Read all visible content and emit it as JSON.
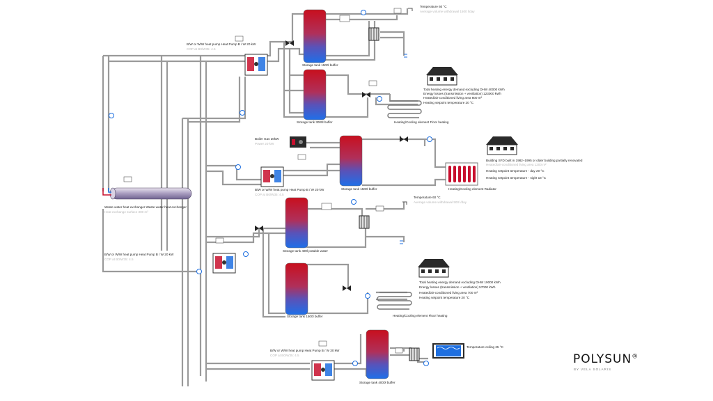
{
  "brand": {
    "name": "POLYSUN",
    "mark": "®",
    "tagline": "BY VELA SOLARIS"
  },
  "heat_pumps": [
    {
      "title": "B/W or W/W heat pump Heat Pump B / W 20 kW",
      "detail": "COP at B0/W35: 4.5"
    },
    {
      "title": "B/W or W/W heat pump Heat Pump B / W 20 kW",
      "detail": "COP at B0/W35: 4.5"
    },
    {
      "title": "B/W or W/W heat pump Heat Pump B / W 20 kW",
      "detail": "COP at B0/W35: 4.5"
    },
    {
      "title": "B/W or W/W heat pump Heat Pump B / W 30 kW",
      "detail": "COP at B0/W35: 4.5"
    }
  ],
  "tanks": [
    "Storage tank 1500l buffer",
    "Storage tank 3000l buffer",
    "Storage tank 1500l buffer",
    "Storage tank 400l potable water",
    "Storage tank 1500l buffer",
    "Storage tank 4000l buffer"
  ],
  "boiler": {
    "title": "Boiler Gas 20kW",
    "detail": "Power 20 kW"
  },
  "heat_exchanger": {
    "title": "Waste water heat exchanger Waste water heat exchanger",
    "detail": "Heat exchange surface 300 m²"
  },
  "dhw": [
    {
      "title": "Temperature 60 °C",
      "detail": "Average volume withdrawal 1500 l/day"
    },
    {
      "title": "Temperature 60 °C",
      "detail": "Average volume withdrawal 500 l/day"
    }
  ],
  "buildings": [
    {
      "lines": [
        "Total heating energy demand excluding DHW 40000 kWh",
        "Energy losses (transmission + ventilation) 123000 kWh",
        "Heated/air-conditioned living area 800 m²",
        "Heating setpoint temperature 20 °C"
      ]
    },
    {
      "title": "Building SFD built in 1982–1995 or older building partially renovated",
      "detail": "Heated/air-conditioned living area 1200 m²",
      "lines": [
        "Heating setpoint temperature - day 20 °C",
        "Heating setpoint temperature - night 18 °C"
      ]
    },
    {
      "lines": [
        "Total heating energy demand excluding DHW 19000 kWh",
        "Energy losses (transmission + ventilation) 57000 kWh",
        "Heated/air-conditioned living area 700 m²",
        "Heating setpoint temperature 20 °C"
      ]
    }
  ],
  "emitters": [
    "Heating/Cooling element Floor heating",
    "Heating/Cooling element Radiator",
    "Heating/Cooling element Floor heating"
  ],
  "pool": {
    "title": "Temperature ceiling 25 °C"
  },
  "colors": {
    "hot": "#c8102e",
    "cold": "#1e6fe0",
    "pipe": "#9a9a9a",
    "dark": "#222222"
  }
}
